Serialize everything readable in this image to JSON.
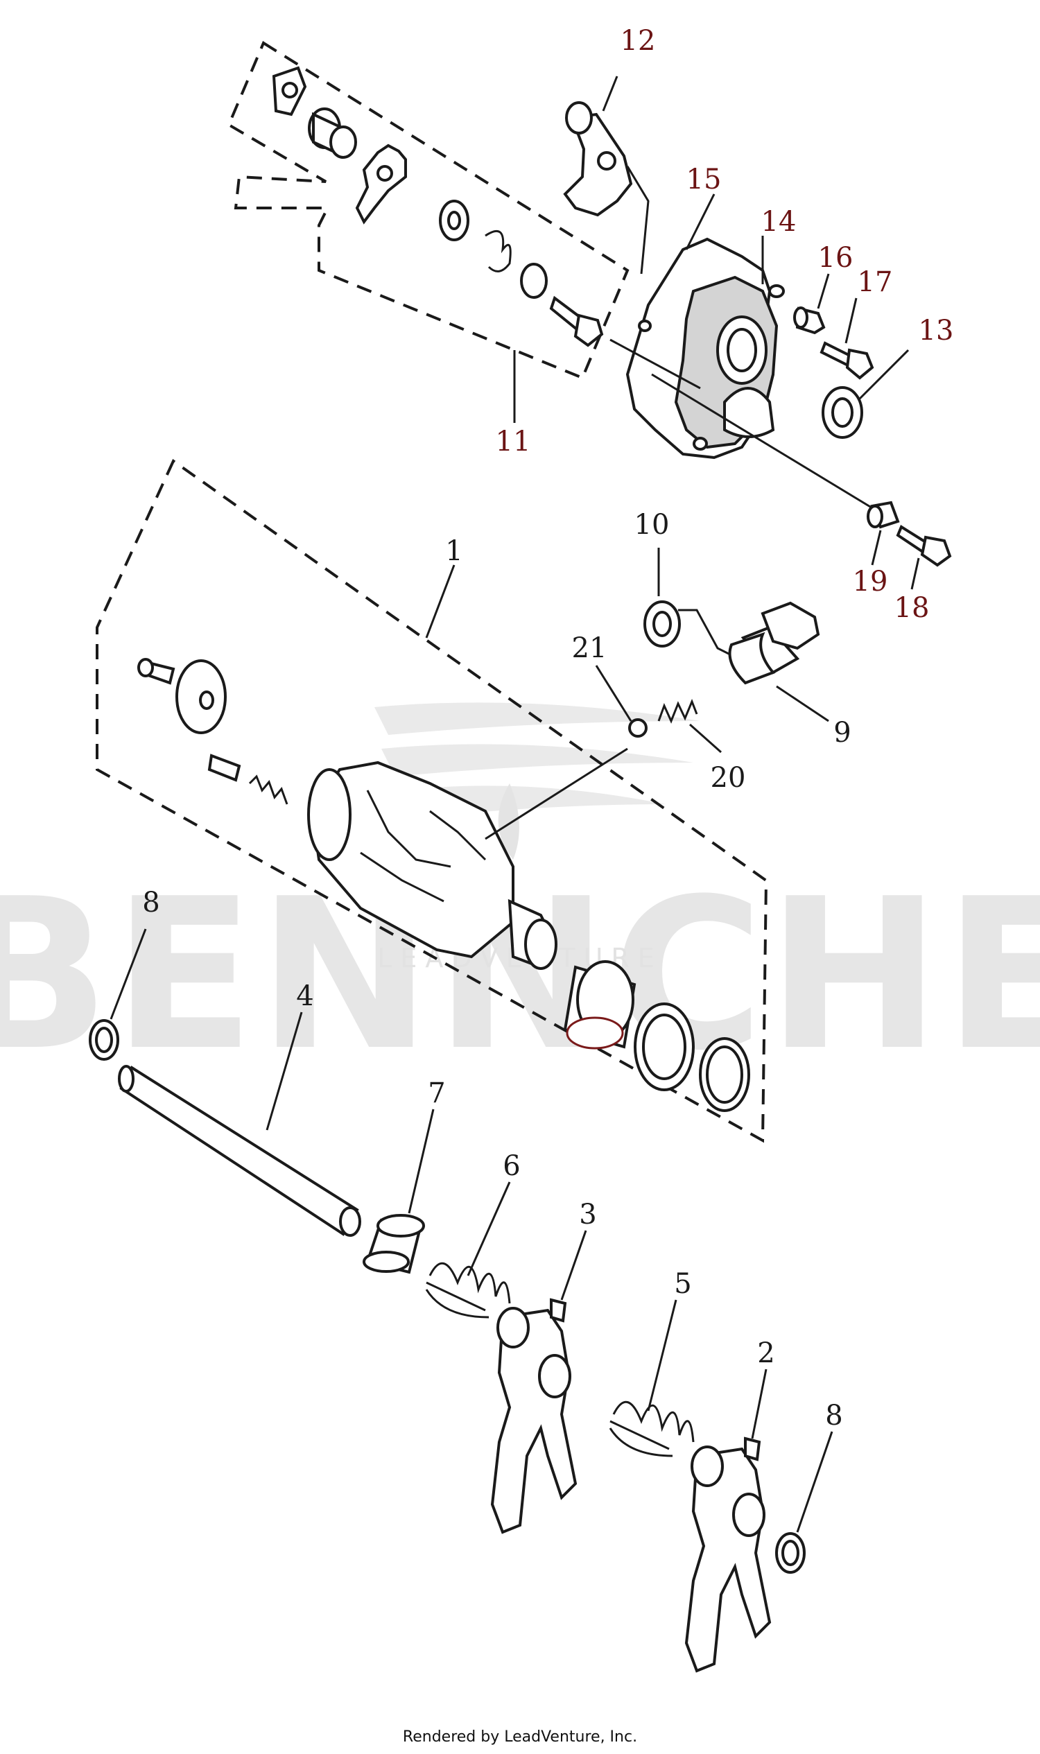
{
  "watermark": {
    "brand": "BENNCHE",
    "tagline": "LEADVENTURE"
  },
  "footer": {
    "credit": "Rendered by LeadVenture, Inc."
  },
  "callouts": [
    {
      "id": "11",
      "color": "#6b1414"
    },
    {
      "id": "12",
      "color": "#6b1414"
    },
    {
      "id": "13",
      "color": "#6b1414"
    },
    {
      "id": "14",
      "color": "#6b1414"
    },
    {
      "id": "15",
      "color": "#6b1414"
    },
    {
      "id": "16",
      "color": "#6b1414"
    },
    {
      "id": "17",
      "color": "#6b1414"
    },
    {
      "id": "18",
      "color": "#6b1414"
    },
    {
      "id": "19",
      "color": "#6b1414"
    },
    {
      "id": "1",
      "color": "#1a1a1a"
    },
    {
      "id": "10",
      "color": "#1a1a1a"
    },
    {
      "id": "9",
      "color": "#1a1a1a"
    },
    {
      "id": "21",
      "color": "#1a1a1a"
    },
    {
      "id": "20",
      "color": "#1a1a1a"
    },
    {
      "id": "8",
      "color": "#1a1a1a"
    },
    {
      "id": "4",
      "color": "#1a1a1a"
    },
    {
      "id": "7",
      "color": "#1a1a1a"
    },
    {
      "id": "6",
      "color": "#1a1a1a"
    },
    {
      "id": "3",
      "color": "#1a1a1a"
    },
    {
      "id": "5",
      "color": "#1a1a1a"
    },
    {
      "id": "2",
      "color": "#1a1a1a"
    },
    {
      "id": "8",
      "color": "#1a1a1a"
    }
  ]
}
